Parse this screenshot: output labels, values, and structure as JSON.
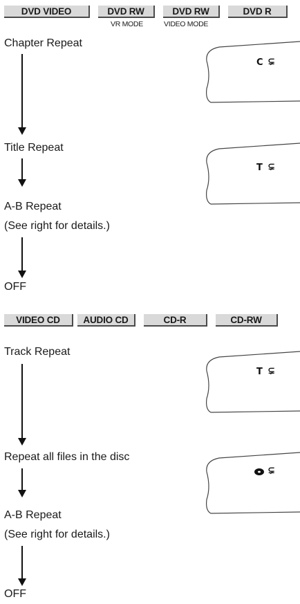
{
  "top_section": {
    "badges": [
      "DVD VIDEO",
      "DVD RW",
      "DVD RW",
      "DVD R"
    ],
    "badge_sublabels": [
      "VR MODE",
      "VIDEO MODE"
    ],
    "steps": [
      "Chapter Repeat",
      "Title Repeat",
      "A-B Repeat",
      "(See right for details.)",
      "OFF"
    ],
    "displays": [
      {
        "letter": "C",
        "symbol": "⊊"
      },
      {
        "letter": "T",
        "symbol": "⊊"
      }
    ]
  },
  "bottom_section": {
    "badges": [
      "VIDEO CD",
      "AUDIO CD",
      "CD-R",
      "CD-RW"
    ],
    "steps": [
      "Track Repeat",
      "Repeat all files in the disc",
      "A-B Repeat",
      "(See right for details.)",
      "OFF"
    ],
    "displays": [
      {
        "letter": "T",
        "symbol": "⊊"
      },
      {
        "letter": "",
        "icon": "disc-icon",
        "symbol": "⊊"
      }
    ]
  },
  "colors": {
    "badge_bg": "#d9d9d9",
    "badge_shadow": "#4a4a4a",
    "text": "#1a1a1a"
  }
}
